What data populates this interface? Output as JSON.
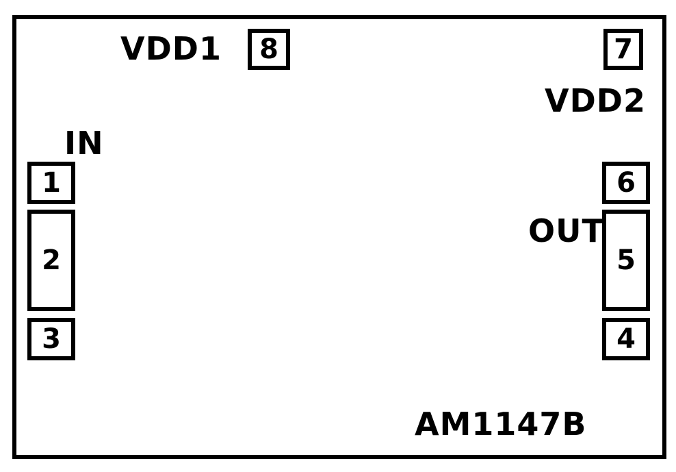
{
  "pins": {
    "p1": "1",
    "p2": "2",
    "p3": "3",
    "p4": "4",
    "p5": "5",
    "p6": "6",
    "p7": "7",
    "p8": "8"
  },
  "labels": {
    "vdd1": "VDD1",
    "vdd2": "VDD2",
    "in": "IN",
    "out": "OUT",
    "part": "AM1147B"
  },
  "colors": {
    "outline": "#000000",
    "background": "#ffffff"
  }
}
